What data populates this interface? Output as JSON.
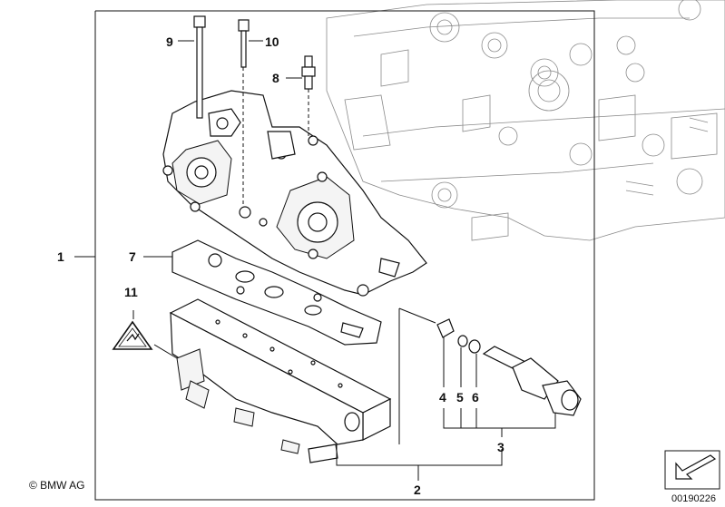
{
  "callouts": [
    {
      "id": "1",
      "text": "1"
    },
    {
      "id": "2",
      "text": "2"
    },
    {
      "id": "3",
      "text": "3"
    },
    {
      "id": "4",
      "text": "4"
    },
    {
      "id": "5",
      "text": "5"
    },
    {
      "id": "6",
      "text": "6"
    },
    {
      "id": "7",
      "text": "7"
    },
    {
      "id": "8",
      "text": "8"
    },
    {
      "id": "9",
      "text": "9"
    },
    {
      "id": "10",
      "text": "10"
    },
    {
      "id": "11",
      "text": "11"
    }
  ],
  "copyright": "© BMW AG",
  "image_code": "00190226",
  "icons": {
    "warning": "electrical-hazard-warning-icon",
    "orientation": "arrow-orientation-icon"
  }
}
